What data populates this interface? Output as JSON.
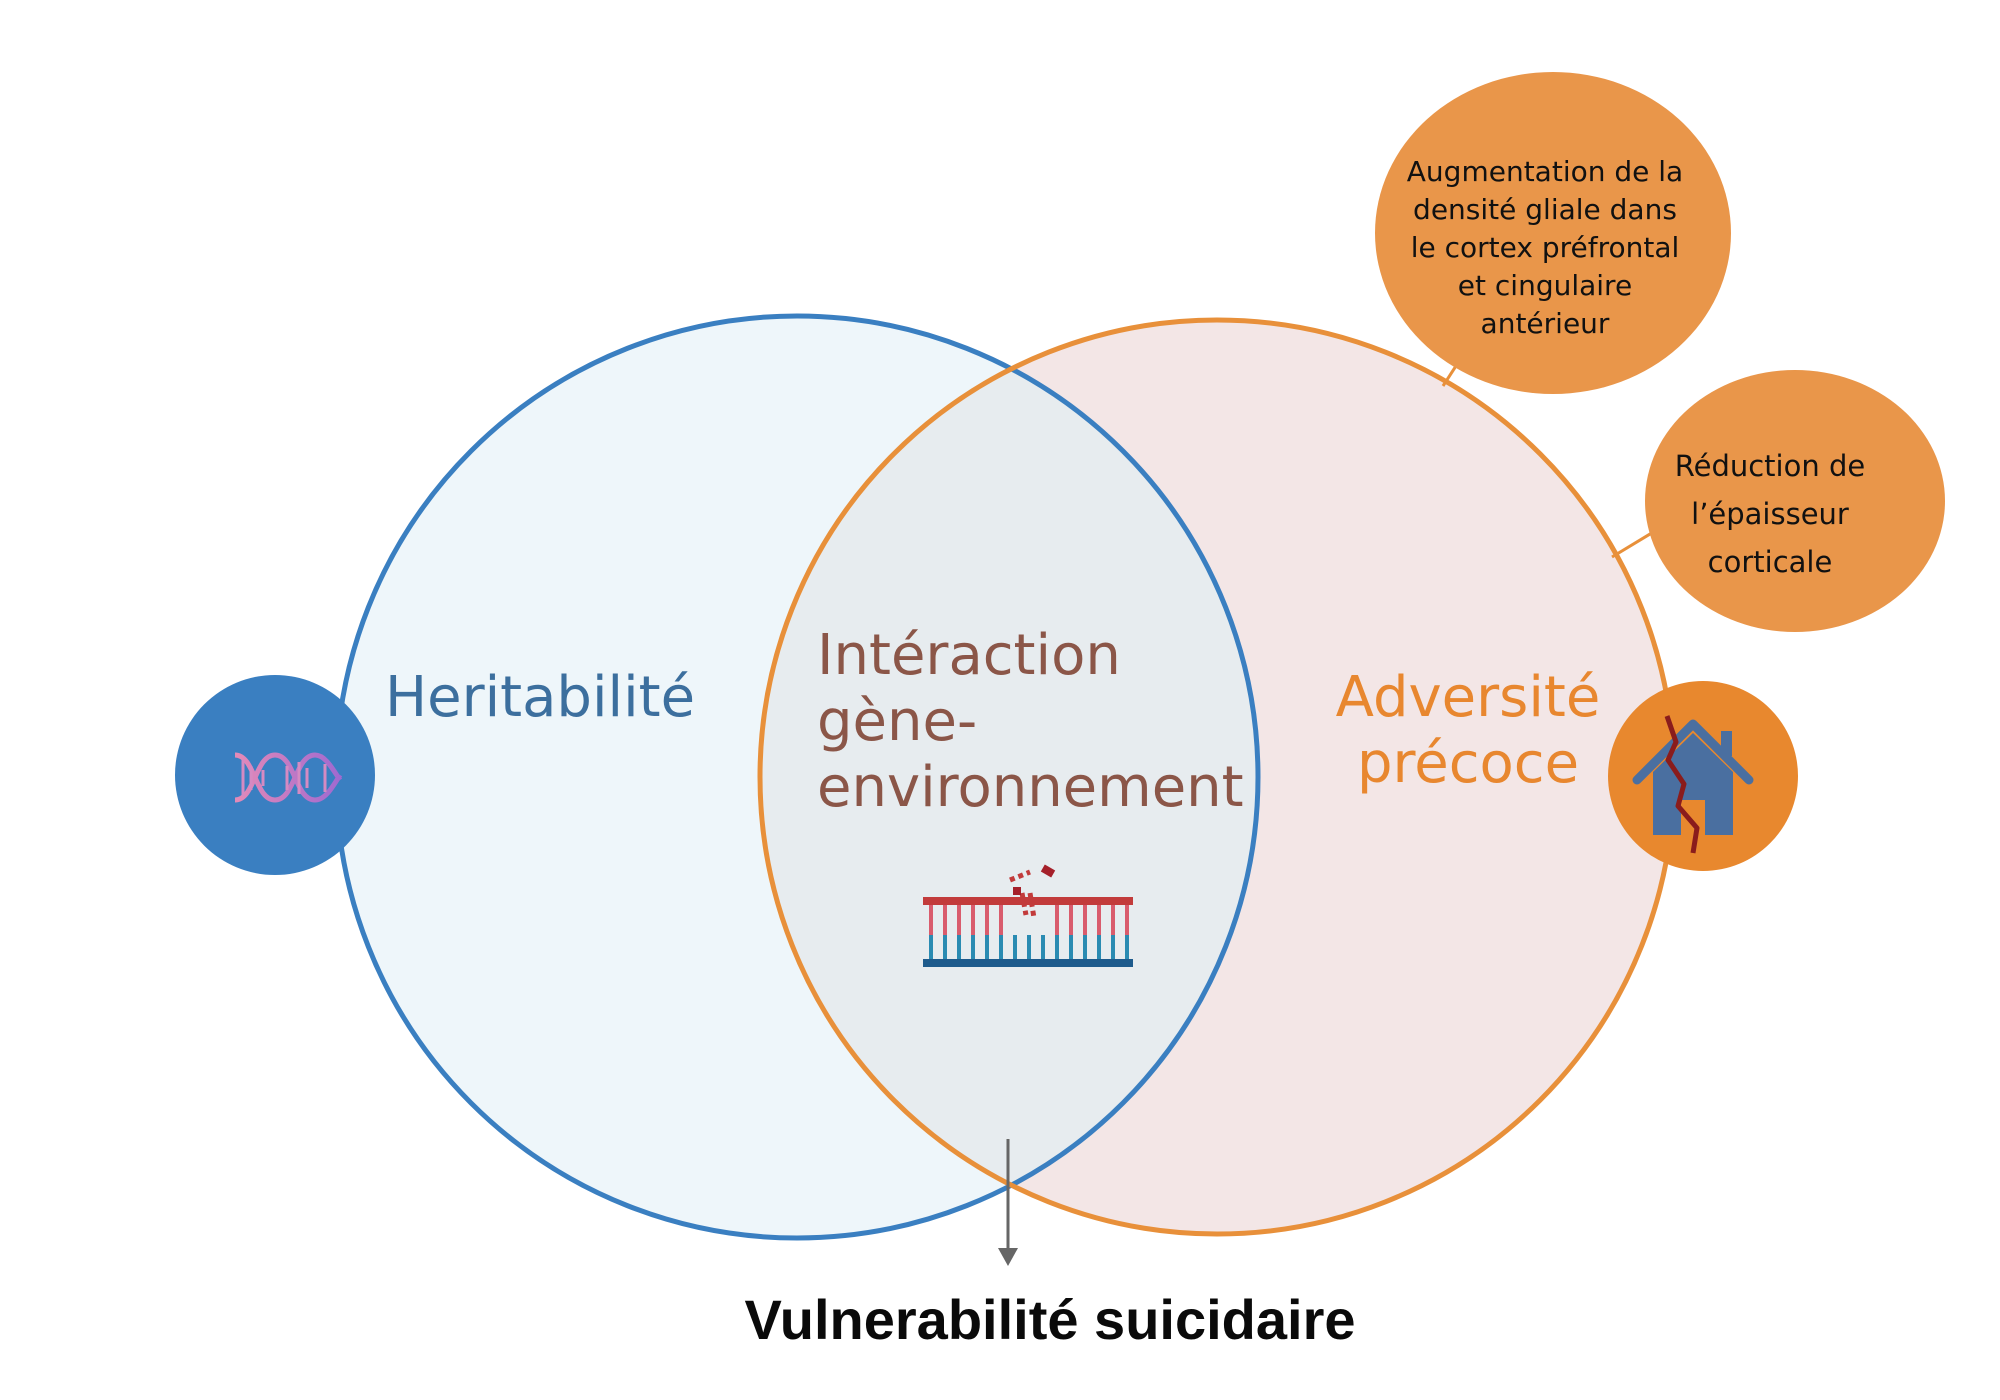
{
  "circles": {
    "left_label": "Heritabilité",
    "overlap_label_lines": [
      "Intéraction",
      "gène-",
      "environnement"
    ],
    "right_label_lines": [
      "Adversité",
      "précoce"
    ]
  },
  "bubbles": [
    {
      "lines": [
        "Augmentation de la",
        "densité gliale dans",
        "le cortex préfrontal",
        "et cingulaire",
        "antérieur"
      ]
    },
    {
      "lines": [
        "Réduction de",
        "l’épaisseur",
        "corticale"
      ]
    }
  ],
  "conclusion": "Vulnerabilité suicidaire",
  "icons": {
    "left": "dna-icon",
    "center": "dna-methylation-icon",
    "right": "broken-house-icon"
  },
  "colors": {
    "blue_stroke": "#3a7fc1",
    "blue_fill": "#eef6fa",
    "orange_stroke": "#e8903a",
    "pink_fill": "#f3e6e6",
    "overlap_fill": "#e7ecef",
    "bubble_fill": "#e9964a",
    "blue_text": "#3c6f9e",
    "brown_text": "#8b5648",
    "orange_text": "#e8872f"
  }
}
